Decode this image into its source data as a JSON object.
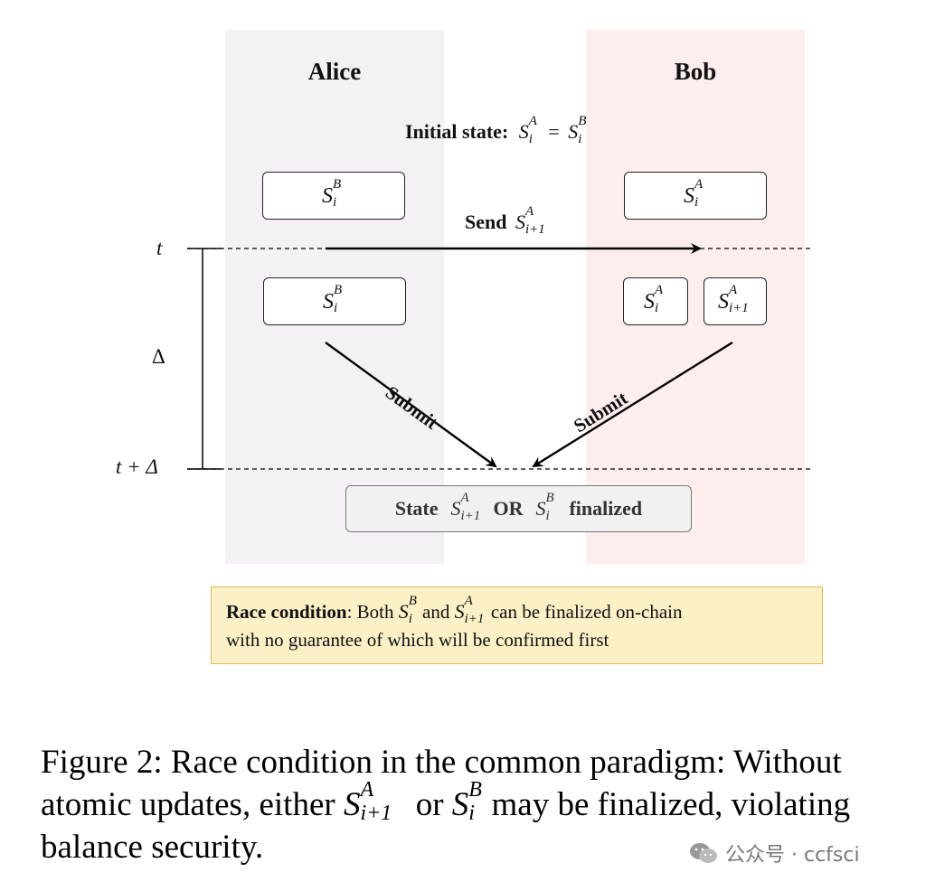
{
  "lanes": {
    "alice": {
      "title": "Alice"
    },
    "bob": {
      "title": "Bob"
    }
  },
  "initial_state": {
    "label": "Initial state:",
    "left_var": "S",
    "left_sub": "i",
    "left_sup": "A",
    "eq": "=",
    "right_var": "S",
    "right_sub": "i",
    "right_sup": "B"
  },
  "boxes": {
    "alice_top": {
      "var": "S",
      "sub": "i",
      "sup": "B"
    },
    "bob_top": {
      "var": "S",
      "sub": "i",
      "sup": "A"
    },
    "alice_mid": {
      "var": "S",
      "sub": "i",
      "sup": "B"
    },
    "bob_mid_old": {
      "var": "S",
      "sub": "i",
      "sup": "A"
    },
    "bob_mid_new": {
      "var": "S",
      "sub": "i+1",
      "sup": "A"
    }
  },
  "send": {
    "label": "Send",
    "var": "S",
    "sub": "i+1",
    "sup": "A"
  },
  "timeline": {
    "t": "t",
    "delta": "Δ",
    "t_plus_delta": "t + Δ"
  },
  "submit_left": "Submit",
  "submit_right": "Submit",
  "final": {
    "prefix": "State",
    "a_var": "S",
    "a_sub": "i+1",
    "a_sup": "A",
    "or": "OR",
    "b_var": "S",
    "b_sub": "i",
    "b_sup": "B",
    "suffix": "finalized"
  },
  "note": {
    "bold": "Race condition",
    "text1": ": Both",
    "v1_var": "S",
    "v1_sub": "i",
    "v1_sup": "B",
    "and": "and",
    "v2_var": "S",
    "v2_sub": "i+1",
    "v2_sup": "A",
    "text2": "can be finalized on-chain",
    "line2": "with no guarantee of which will be confirmed first"
  },
  "caption": {
    "part1": "Figure 2: Race condition in the common paradigm: Without atomic updates, either",
    "v1_var": "S",
    "v1_sub": "i+1",
    "v1_sup": "A",
    "or": "or",
    "v2_var": "S",
    "v2_sub": "i",
    "v2_sup": "B",
    "part2": "may be finalized, violating balance security."
  },
  "watermark": {
    "text": "公众号 · ccfsci",
    "icon": "wechat-icon"
  }
}
